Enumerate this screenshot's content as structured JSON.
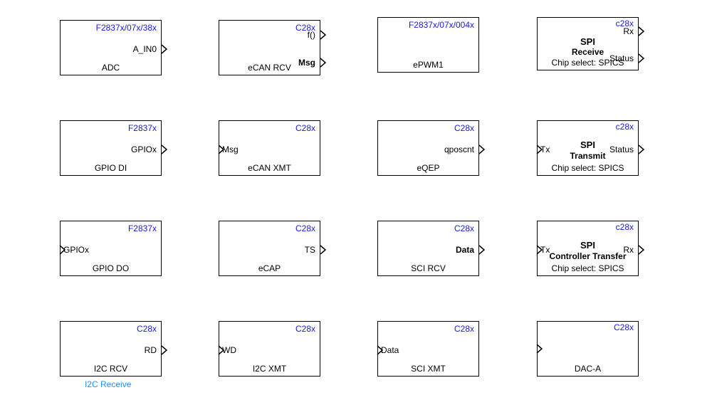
{
  "blocks": {
    "adc": {
      "tag": "F2837x/07x/38x",
      "name": "ADC",
      "out1": "A_IN0"
    },
    "ecan_rcv": {
      "tag": "C28x",
      "name": "eCAN RCV",
      "out1": "f()",
      "out2": "Msg"
    },
    "epwm": {
      "tag": "F2837x/07x/004x",
      "name": "ePWM1"
    },
    "spi_rcv": {
      "tag": "c28x",
      "title": "SPI",
      "sub": "Receive",
      "name": "Chip select: SPICS",
      "out1": "Rx",
      "out2": "Status"
    },
    "gpio_di": {
      "tag": "F2837x",
      "name": "GPIO DI",
      "out1": "GPIOx"
    },
    "ecan_xmt": {
      "tag": "C28x",
      "name": "eCAN XMT",
      "in1": "Msg"
    },
    "eqep": {
      "tag": "C28x",
      "name": "eQEP",
      "out1": "qposcnt"
    },
    "spi_xmt": {
      "tag": "c28x",
      "title": "SPI",
      "sub": "Transmit",
      "name": "Chip select: SPICS",
      "in1": "Tx",
      "out1": "Status"
    },
    "gpio_do": {
      "tag": "F2837x",
      "name": "GPIO DO",
      "in1": "GPIOx"
    },
    "ecap": {
      "tag": "C28x",
      "name": "eCAP",
      "out1": "TS"
    },
    "sci_rcv": {
      "tag": "C28x",
      "name": "SCI RCV",
      "out1": "Data"
    },
    "spi_ctl": {
      "tag": "c28x",
      "title": "SPI",
      "sub": "Controller Transfer",
      "name": "Chip select: SPICS",
      "in1": "Tx",
      "out1": "Rx"
    },
    "i2c_rcv": {
      "tag": "C28x",
      "name": "I2C RCV",
      "out1": "RD",
      "caption": "I2C Receive"
    },
    "i2c_xmt": {
      "tag": "C28x",
      "name": "I2C XMT",
      "in1": "WD"
    },
    "sci_xmt": {
      "tag": "C28x",
      "name": "SCI XMT",
      "in1": "Data"
    },
    "dac_a": {
      "tag": "C28x",
      "name": "DAC-A"
    }
  },
  "colors": {
    "tag": "#1b1bd6",
    "caption": "#1e90ff",
    "border": "#000000"
  }
}
